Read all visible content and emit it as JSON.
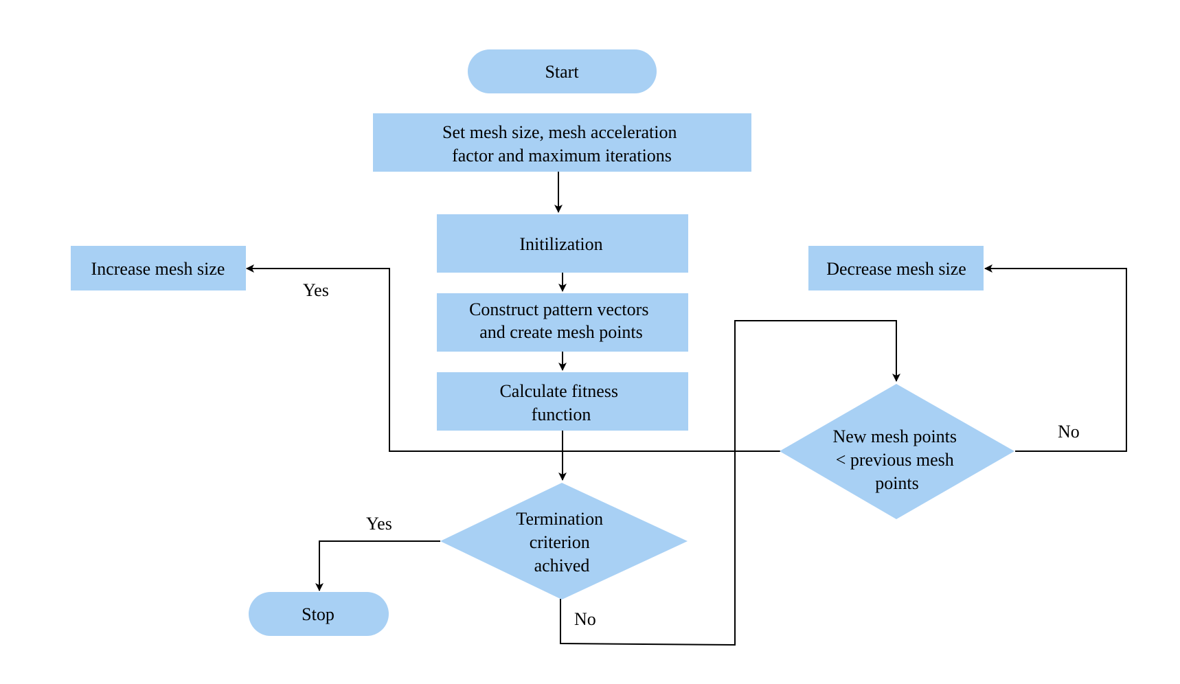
{
  "colors": {
    "node_fill": "#a8d0f4",
    "line": "#000000",
    "background": "#ffffff"
  },
  "nodes": {
    "start": {
      "lines": [
        "Start"
      ]
    },
    "setup": {
      "lines": [
        "Set mesh size, mesh acceleration",
        "factor and maximum iterations"
      ]
    },
    "init": {
      "lines": [
        "Initilization"
      ]
    },
    "construct": {
      "lines": [
        "Construct pattern vectors",
        "and create mesh points"
      ]
    },
    "fitness": {
      "lines": [
        "Calculate fitness",
        "function"
      ]
    },
    "termination": {
      "lines": [
        "Termination",
        "criterion",
        "achived"
      ]
    },
    "stop": {
      "lines": [
        "Stop"
      ]
    },
    "increase": {
      "lines": [
        "Increase mesh size"
      ]
    },
    "decrease": {
      "lines": [
        "Decrease mesh size"
      ]
    },
    "compare": {
      "lines": [
        "New mesh points",
        "< previous mesh",
        "points"
      ]
    }
  },
  "edge_labels": {
    "increase_yes": "Yes",
    "stop_yes": "Yes",
    "termination_no": "No",
    "decrease_no": "No"
  }
}
